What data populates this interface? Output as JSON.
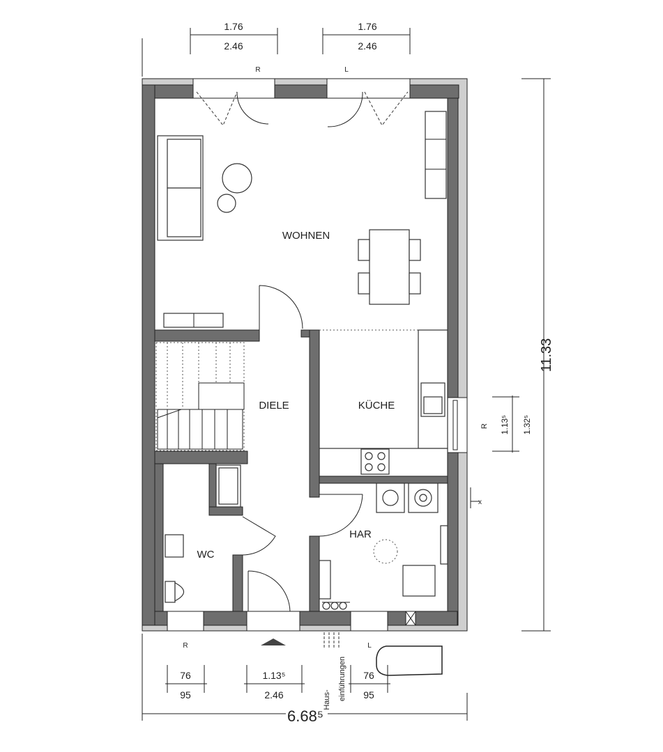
{
  "rooms": {
    "wohnen": "WOHNEN",
    "diele": "DIELE",
    "kueche": "KÜCHE",
    "wc": "WC",
    "har": "HAR"
  },
  "dimensions": {
    "top_left_inner": "1.76",
    "top_left_outer": "2.46",
    "top_right_inner": "1.76",
    "top_right_outer": "2.46",
    "height_total": "11.33",
    "window_right_inner": "1.13⁵",
    "window_right_outer": "1.32⁵",
    "bottom_left_inner": "76",
    "bottom_left_outer": "95",
    "bottom_door_inner": "1.13⁵",
    "bottom_door_outer": "2.46",
    "bottom_right_inner": "76",
    "bottom_right_outer": "95",
    "width_total": "6.68⁵"
  },
  "markers": {
    "top_r": "R",
    "top_l": "L",
    "bottom_r": "R",
    "bottom_l": "L",
    "side_r": "R",
    "side_x": "x"
  },
  "notes": {
    "hausanschluss_line1": "Haus-",
    "hausanschluss_line2": "einführungen"
  },
  "colors": {
    "wall_dark": "#6e6e6e",
    "wall_light": "#cfcfcf"
  }
}
